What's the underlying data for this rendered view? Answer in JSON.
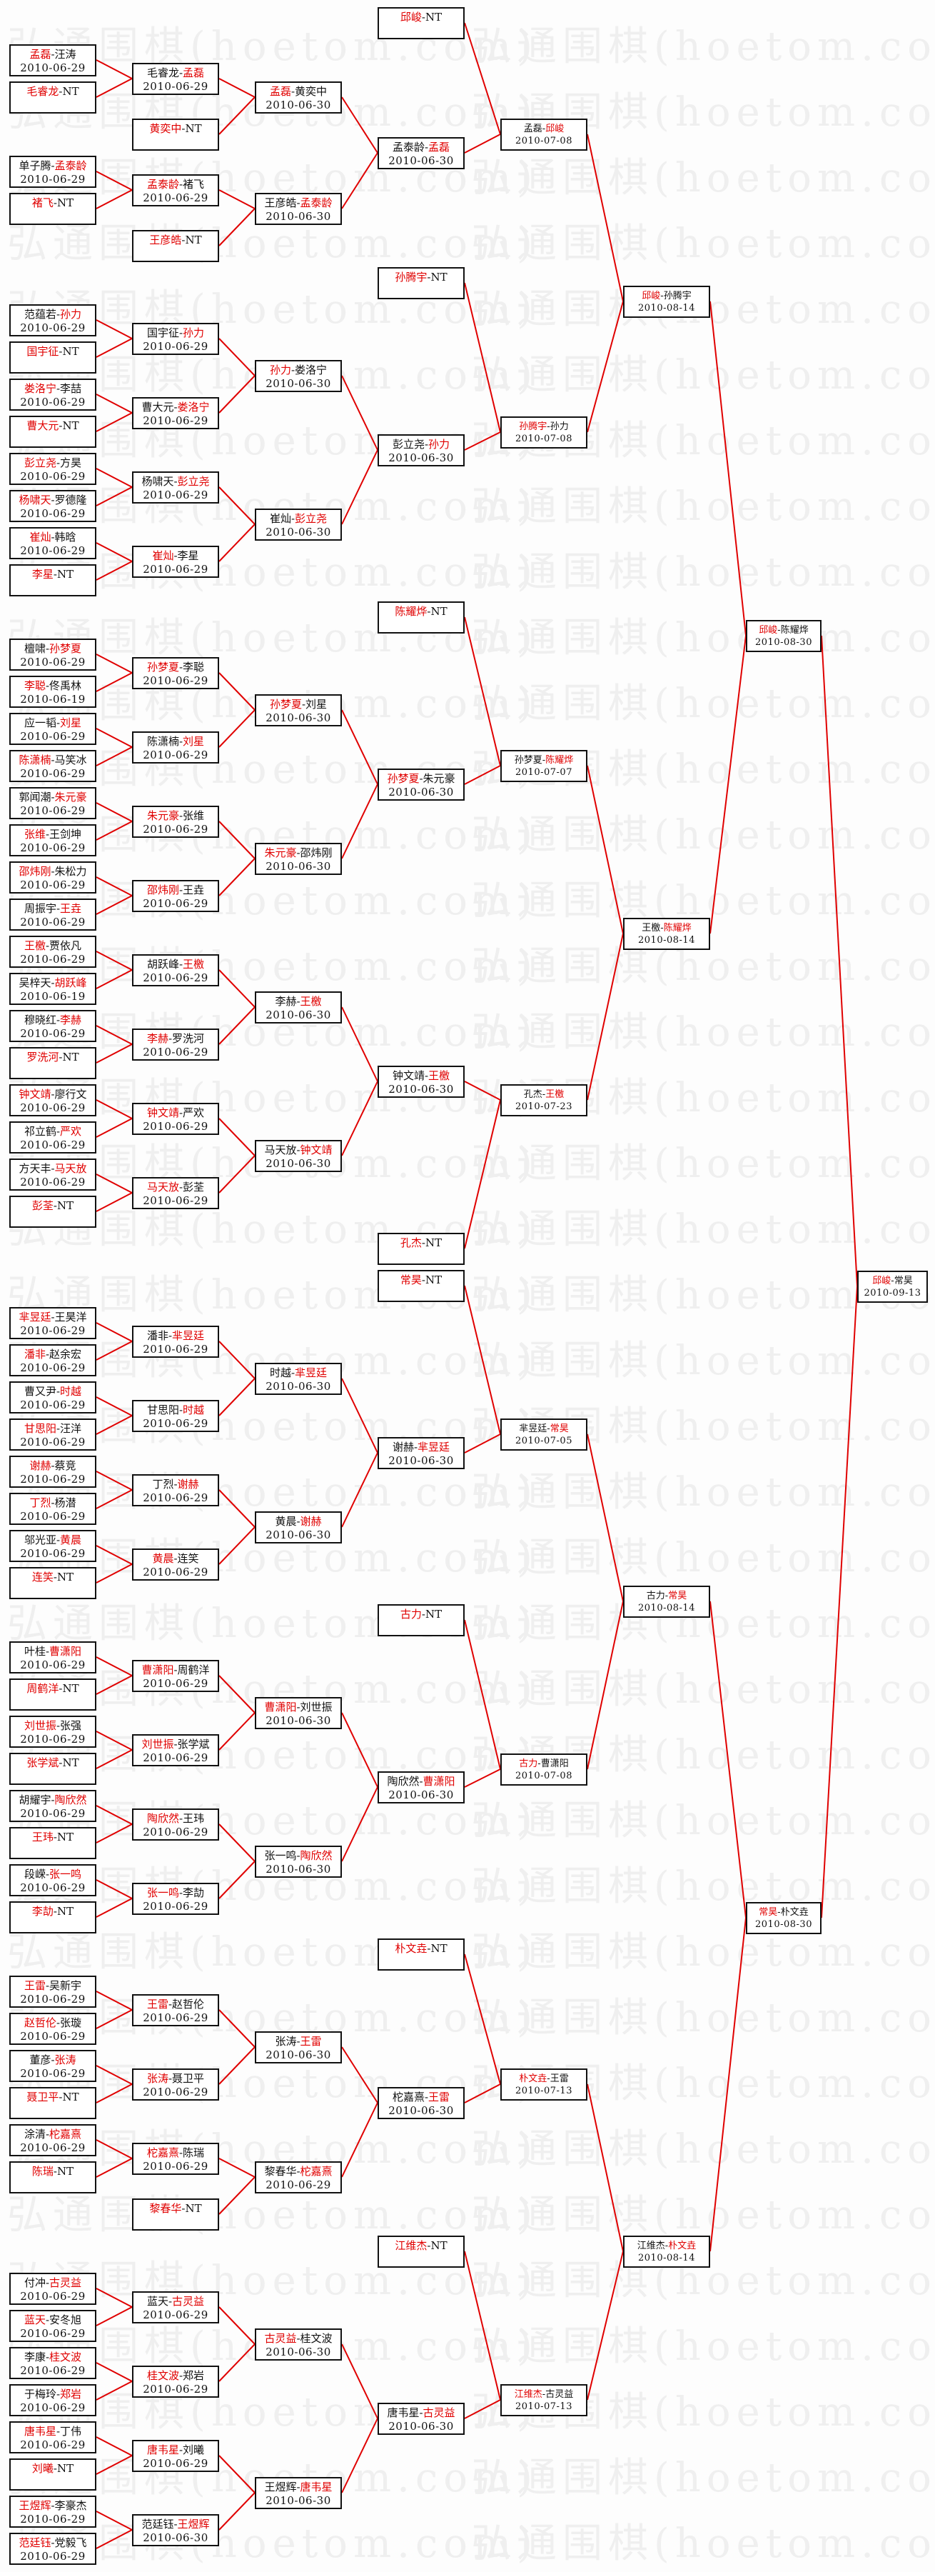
{
  "watermark": "弘通围棋(hoetom.com)",
  "colors": {
    "winner": "#e00000",
    "connector": "#e00000",
    "border": "#111111"
  },
  "matches": [
    {
      "p": [
        "孟磊",
        "汪涛"
      ],
      "w": 0,
      "d": "2010-06-29"
    },
    {
      "p": [
        "毛睿龙",
        "NT"
      ],
      "w": 0
    },
    {
      "p": [
        "单子腾",
        "孟泰龄"
      ],
      "w": 1,
      "d": "2010-06-29"
    },
    {
      "p": [
        "褚飞",
        "NT"
      ],
      "w": 0
    },
    {
      "p": [
        "毛睿龙",
        "孟磊"
      ],
      "w": 1,
      "d": "2010-06-29"
    },
    {
      "p": [
        "黄奕中",
        "NT"
      ],
      "w": 0
    },
    {
      "p": [
        "孟泰龄",
        "褚飞"
      ],
      "w": 0,
      "d": "2010-06-29"
    },
    {
      "p": [
        "王彦皓",
        "NT"
      ],
      "w": 0
    },
    {
      "p": [
        "孟磊",
        "黄奕中"
      ],
      "w": 0,
      "d": "2010-06-30"
    },
    {
      "p": [
        "王彦皓",
        "孟泰龄"
      ],
      "w": 1,
      "d": "2010-06-30"
    },
    {
      "p": [
        "孟泰龄",
        "孟磊"
      ],
      "w": 1,
      "d": "2010-06-30"
    },
    {
      "p": [
        "邱峻",
        "NT"
      ],
      "w": 0
    },
    {
      "p": [
        "范蕴若",
        "孙力"
      ],
      "w": 1,
      "d": "2010-06-29"
    },
    {
      "p": [
        "国宇征",
        "NT"
      ],
      "w": 0
    },
    {
      "p": [
        "娄洛宁",
        "李喆"
      ],
      "w": 0,
      "d": "2010-06-29"
    },
    {
      "p": [
        "曹大元",
        "NT"
      ],
      "w": 0
    },
    {
      "p": [
        "彭立尧",
        "方昊"
      ],
      "w": 0,
      "d": "2010-06-29"
    },
    {
      "p": [
        "杨啸天",
        "罗德隆"
      ],
      "w": 0,
      "d": "2010-06-29"
    },
    {
      "p": [
        "崔灿",
        "韩晗"
      ],
      "w": 0,
      "d": "2010-06-29"
    },
    {
      "p": [
        "李星",
        "NT"
      ],
      "w": 0
    },
    {
      "p": [
        "国宇征",
        "孙力"
      ],
      "w": 1,
      "d": "2010-06-29"
    },
    {
      "p": [
        "曹大元",
        "娄洛宁"
      ],
      "w": 1,
      "d": "2010-06-29"
    },
    {
      "p": [
        "杨啸天",
        "彭立尧"
      ],
      "w": 1,
      "d": "2010-06-29"
    },
    {
      "p": [
        "崔灿",
        "李星"
      ],
      "w": 0,
      "d": "2010-06-29"
    },
    {
      "p": [
        "孙力",
        "娄洛宁"
      ],
      "w": 0,
      "d": "2010-06-30"
    },
    {
      "p": [
        "崔灿",
        "彭立尧"
      ],
      "w": 1,
      "d": "2010-06-30"
    },
    {
      "p": [
        "彭立尧",
        "孙力"
      ],
      "w": 1,
      "d": "2010-06-30"
    },
    {
      "p": [
        "孙腾宇",
        "NT"
      ],
      "w": 0
    },
    {
      "p": [
        "檀啸",
        "孙梦夏"
      ],
      "w": 1,
      "d": "2010-06-29"
    },
    {
      "p": [
        "李聪",
        "佟禹林"
      ],
      "w": 0,
      "d": "2010-06-19"
    },
    {
      "p": [
        "应一韬",
        "刘星"
      ],
      "w": 1,
      "d": "2010-06-29"
    },
    {
      "p": [
        "陈潇楠",
        "马笑冰"
      ],
      "w": 0,
      "d": "2010-06-29"
    },
    {
      "p": [
        "郭闻潮",
        "朱元豪"
      ],
      "w": 1,
      "d": "2010-06-29"
    },
    {
      "p": [
        "张维",
        "王剑坤"
      ],
      "w": 0,
      "d": "2010-06-29"
    },
    {
      "p": [
        "邵炜刚",
        "朱松力"
      ],
      "w": 0,
      "d": "2010-06-29"
    },
    {
      "p": [
        "周振宇",
        "王垚"
      ],
      "w": 1,
      "d": "2010-06-29"
    },
    {
      "p": [
        "孙梦夏",
        "李聪"
      ],
      "w": 0,
      "d": "2010-06-29"
    },
    {
      "p": [
        "陈潇楠",
        "刘星"
      ],
      "w": 1,
      "d": "2010-06-29"
    },
    {
      "p": [
        "朱元豪",
        "张维"
      ],
      "w": 0,
      "d": "2010-06-29"
    },
    {
      "p": [
        "邵炜刚",
        "王垚"
      ],
      "w": 0,
      "d": "2010-06-29"
    },
    {
      "p": [
        "孙梦夏",
        "刘星"
      ],
      "w": 0,
      "d": "2010-06-30"
    },
    {
      "p": [
        "朱元豪",
        "邵炜刚"
      ],
      "w": 0,
      "d": "2010-06-30"
    },
    {
      "p": [
        "孙梦夏",
        "朱元豪"
      ],
      "w": 0,
      "d": "2010-06-30"
    },
    {
      "p": [
        "陈耀烨",
        "NT"
      ],
      "w": 0
    },
    {
      "p": [
        "王檄",
        "贾依凡"
      ],
      "w": 0,
      "d": "2010-06-29"
    },
    {
      "p": [
        "吴梓天",
        "胡跃峰"
      ],
      "w": 1,
      "d": "2010-06-19"
    },
    {
      "p": [
        "穆晓红",
        "李赫"
      ],
      "w": 1,
      "d": "2010-06-29"
    },
    {
      "p": [
        "罗洗河",
        "NT"
      ],
      "w": 0
    },
    {
      "p": [
        "钟文靖",
        "廖行文"
      ],
      "w": 0,
      "d": "2010-06-29"
    },
    {
      "p": [
        "祁立鹤",
        "严欢"
      ],
      "w": 1,
      "d": "2010-06-29"
    },
    {
      "p": [
        "方天丰",
        "马天放"
      ],
      "w": 1,
      "d": "2010-06-29"
    },
    {
      "p": [
        "彭荃",
        "NT"
      ],
      "w": 0
    },
    {
      "p": [
        "胡跃峰",
        "王檄"
      ],
      "w": 1,
      "d": "2010-06-29"
    },
    {
      "p": [
        "李赫",
        "罗洗河"
      ],
      "w": 0,
      "d": "2010-06-29"
    },
    {
      "p": [
        "钟文靖",
        "严欢"
      ],
      "w": 0,
      "d": "2010-06-29"
    },
    {
      "p": [
        "马天放",
        "彭荃"
      ],
      "w": 0,
      "d": "2010-06-29"
    },
    {
      "p": [
        "李赫",
        "王檄"
      ],
      "w": 1,
      "d": "2010-06-30"
    },
    {
      "p": [
        "马天放",
        "钟文靖"
      ],
      "w": 1,
      "d": "2010-06-30"
    },
    {
      "p": [
        "钟文靖",
        "王檄"
      ],
      "w": 1,
      "d": "2010-06-30"
    },
    {
      "p": [
        "孔杰",
        "NT"
      ],
      "w": 0
    },
    {
      "p": [
        "芈昱廷",
        "王昊洋"
      ],
      "w": 0,
      "d": "2010-06-29"
    },
    {
      "p": [
        "潘非",
        "赵余宏"
      ],
      "w": 0,
      "d": "2010-06-29"
    },
    {
      "p": [
        "曹又尹",
        "时越"
      ],
      "w": 1,
      "d": "2010-06-29"
    },
    {
      "p": [
        "甘思阳",
        "汪洋"
      ],
      "w": 0,
      "d": "2010-06-29"
    },
    {
      "p": [
        "谢赫",
        "蔡竞"
      ],
      "w": 0,
      "d": "2010-06-29"
    },
    {
      "p": [
        "丁烈",
        "杨潜"
      ],
      "w": 0,
      "d": "2010-06-29"
    },
    {
      "p": [
        "邬光亚",
        "黄晨"
      ],
      "w": 1,
      "d": "2010-06-29"
    },
    {
      "p": [
        "连笑",
        "NT"
      ],
      "w": 0
    },
    {
      "p": [
        "潘非",
        "芈昱廷"
      ],
      "w": 1,
      "d": "2010-06-29"
    },
    {
      "p": [
        "甘思阳",
        "时越"
      ],
      "w": 1,
      "d": "2010-06-29"
    },
    {
      "p": [
        "丁烈",
        "谢赫"
      ],
      "w": 1,
      "d": "2010-06-29"
    },
    {
      "p": [
        "黄晨",
        "连笑"
      ],
      "w": 0,
      "d": "2010-06-29"
    },
    {
      "p": [
        "时越",
        "芈昱廷"
      ],
      "w": 1,
      "d": "2010-06-30"
    },
    {
      "p": [
        "黄晨",
        "谢赫"
      ],
      "w": 1,
      "d": "2010-06-30"
    },
    {
      "p": [
        "谢赫",
        "芈昱廷"
      ],
      "w": 1,
      "d": "2010-06-30"
    },
    {
      "p": [
        "常昊",
        "NT"
      ],
      "w": 0
    },
    {
      "p": [
        "叶桂",
        "曹潇阳"
      ],
      "w": 1,
      "d": "2010-06-29"
    },
    {
      "p": [
        "周鹤洋",
        "NT"
      ],
      "w": 0
    },
    {
      "p": [
        "刘世振",
        "张强"
      ],
      "w": 0,
      "d": "2010-06-29"
    },
    {
      "p": [
        "张学斌",
        "NT"
      ],
      "w": 0
    },
    {
      "p": [
        "胡耀宇",
        "陶欣然"
      ],
      "w": 1,
      "d": "2010-06-29"
    },
    {
      "p": [
        "王玮",
        "NT"
      ],
      "w": 0
    },
    {
      "p": [
        "段嵘",
        "张一鸣"
      ],
      "w": 1,
      "d": "2010-06-29"
    },
    {
      "p": [
        "李劼",
        "NT"
      ],
      "w": 0
    },
    {
      "p": [
        "曹潇阳",
        "周鹤洋"
      ],
      "w": 0,
      "d": "2010-06-29"
    },
    {
      "p": [
        "刘世振",
        "张学斌"
      ],
      "w": 0,
      "d": "2010-06-29"
    },
    {
      "p": [
        "陶欣然",
        "王玮"
      ],
      "w": 0,
      "d": "2010-06-29"
    },
    {
      "p": [
        "张一鸣",
        "李劼"
      ],
      "w": 0,
      "d": "2010-06-29"
    },
    {
      "p": [
        "曹潇阳",
        "刘世振"
      ],
      "w": 0,
      "d": "2010-06-30"
    },
    {
      "p": [
        "张一鸣",
        "陶欣然"
      ],
      "w": 1,
      "d": "2010-06-30"
    },
    {
      "p": [
        "陶欣然",
        "曹潇阳"
      ],
      "w": 1,
      "d": "2010-06-30"
    },
    {
      "p": [
        "古力",
        "NT"
      ],
      "w": 0
    },
    {
      "p": [
        "王雷",
        "吴新宇"
      ],
      "w": 0,
      "d": "2010-06-29"
    },
    {
      "p": [
        "赵哲伦",
        "张璇"
      ],
      "w": 0,
      "d": "2010-06-29"
    },
    {
      "p": [
        "董彦",
        "张涛"
      ],
      "w": 1,
      "d": "2010-06-29"
    },
    {
      "p": [
        "聂卫平",
        "NT"
      ],
      "w": 0
    },
    {
      "p": [
        "涂清",
        "柁嘉熹"
      ],
      "w": 1,
      "d": "2010-06-29"
    },
    {
      "p": [
        "陈瑞",
        "NT"
      ],
      "w": 0
    },
    {
      "p": [
        "王雷",
        "赵哲伦"
      ],
      "w": 0,
      "d": "2010-06-29"
    },
    {
      "p": [
        "张涛",
        "聂卫平"
      ],
      "w": 0,
      "d": "2010-06-29"
    },
    {
      "p": [
        "柁嘉熹",
        "陈瑞"
      ],
      "w": 0,
      "d": "2010-06-29"
    },
    {
      "p": [
        "黎春华",
        "NT"
      ],
      "w": 0
    },
    {
      "p": [
        "张涛",
        "王雷"
      ],
      "w": 1,
      "d": "2010-06-30"
    },
    {
      "p": [
        "黎春华",
        "柁嘉熹"
      ],
      "w": 1,
      "d": "2010-06-29"
    },
    {
      "p": [
        "柁嘉熹",
        "王雷"
      ],
      "w": 1,
      "d": "2010-06-30"
    },
    {
      "p": [
        "朴文垚",
        "NT"
      ],
      "w": 0
    },
    {
      "p": [
        "付冲",
        "古灵益"
      ],
      "w": 1,
      "d": "2010-06-29"
    },
    {
      "p": [
        "蓝天",
        "安冬旭"
      ],
      "w": 0,
      "d": "2010-06-29"
    },
    {
      "p": [
        "李康",
        "桂文波"
      ],
      "w": 1,
      "d": "2010-06-29"
    },
    {
      "p": [
        "于梅玲",
        "郑岩"
      ],
      "w": 1,
      "d": "2010-06-29"
    },
    {
      "p": [
        "唐韦星",
        "丁伟"
      ],
      "w": 0,
      "d": "2010-06-29"
    },
    {
      "p": [
        "刘曦",
        "NT"
      ],
      "w": 0
    },
    {
      "p": [
        "王煜辉",
        "李豪杰"
      ],
      "w": 0,
      "d": "2010-06-29"
    },
    {
      "p": [
        "范廷钰",
        "党毅飞"
      ],
      "w": 0,
      "d": "2010-06-29"
    },
    {
      "p": [
        "蓝天",
        "古灵益"
      ],
      "w": 1,
      "d": "2010-06-29"
    },
    {
      "p": [
        "桂文波",
        "郑岩"
      ],
      "w": 0,
      "d": "2010-06-29"
    },
    {
      "p": [
        "唐韦星",
        "刘曦"
      ],
      "w": 0,
      "d": "2010-06-29"
    },
    {
      "p": [
        "范廷钰",
        "王煜辉"
      ],
      "w": 1,
      "d": "2010-06-30"
    },
    {
      "p": [
        "古灵益",
        "桂文波"
      ],
      "w": 0,
      "d": "2010-06-30"
    },
    {
      "p": [
        "王煜辉",
        "唐韦星"
      ],
      "w": 1,
      "d": "2010-06-30"
    },
    {
      "p": [
        "唐韦星",
        "古灵益"
      ],
      "w": 1,
      "d": "2010-06-30"
    },
    {
      "p": [
        "江维杰",
        "NT"
      ],
      "w": 0
    },
    {
      "p": [
        "孟磊",
        "邱峻"
      ],
      "w": 1,
      "d": "2010-07-08"
    },
    {
      "p": [
        "孙腾宇",
        "孙力"
      ],
      "w": 0,
      "d": "2010-07-08"
    },
    {
      "p": [
        "孙梦夏",
        "陈耀烨"
      ],
      "w": 1,
      "d": "2010-07-07"
    },
    {
      "p": [
        "孔杰",
        "王檄"
      ],
      "w": 1,
      "d": "2010-07-23"
    },
    {
      "p": [
        "芈昱廷",
        "常昊"
      ],
      "w": 1,
      "d": "2010-07-05"
    },
    {
      "p": [
        "古力",
        "曹潇阳"
      ],
      "w": 0,
      "d": "2010-07-08"
    },
    {
      "p": [
        "朴文垚",
        "王雷"
      ],
      "w": 0,
      "d": "2010-07-13"
    },
    {
      "p": [
        "江维杰",
        "古灵益"
      ],
      "w": 0,
      "d": "2010-07-13"
    },
    {
      "p": [
        "邱峻",
        "孙腾宇"
      ],
      "w": 0,
      "d": "2010-08-14"
    },
    {
      "p": [
        "王檄",
        "陈耀烨"
      ],
      "w": 1,
      "d": "2010-08-14"
    },
    {
      "p": [
        "古力",
        "常昊"
      ],
      "w": 1,
      "d": "2010-08-14"
    },
    {
      "p": [
        "江维杰",
        "朴文垚"
      ],
      "w": 1,
      "d": "2010-08-14"
    },
    {
      "p": [
        "邱峻",
        "陈耀烨"
      ],
      "w": 0,
      "d": "2010-08-30"
    },
    {
      "p": [
        "常昊",
        "朴文垚"
      ],
      "w": 0,
      "d": "2010-08-30"
    },
    {
      "p": [
        "邱峻",
        "常昊"
      ],
      "w": 0,
      "d": "2010-09-13"
    }
  ]
}
